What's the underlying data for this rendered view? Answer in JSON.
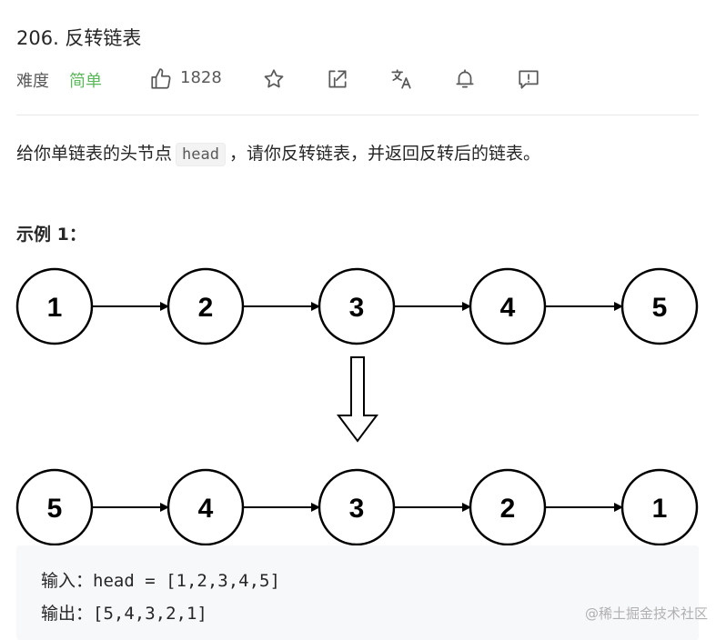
{
  "problem": {
    "title": "206. 反转链表",
    "difficulty_label": "难度",
    "difficulty": "简单",
    "likes": "1828",
    "accent_green": "#5cb85c",
    "icons": [
      "thumbs-up-icon",
      "star-icon",
      "share-icon",
      "translate-icon",
      "bell-icon",
      "feedback-icon"
    ]
  },
  "description": {
    "before": "给你单链表的头节点",
    "code": "head",
    "after": "，请你反转链表，并返回反转后的链表。"
  },
  "example": {
    "title": "示例 1：",
    "input_label": "输入：",
    "input_value": "head = [1,2,3,4,5]",
    "output_label": "输出：",
    "output_value": "[5,4,3,2,1]",
    "list_before": [
      "1",
      "2",
      "3",
      "4",
      "5"
    ],
    "list_after": [
      "5",
      "4",
      "3",
      "2",
      "1"
    ]
  },
  "watermark": "@稀土掘金技术社区"
}
